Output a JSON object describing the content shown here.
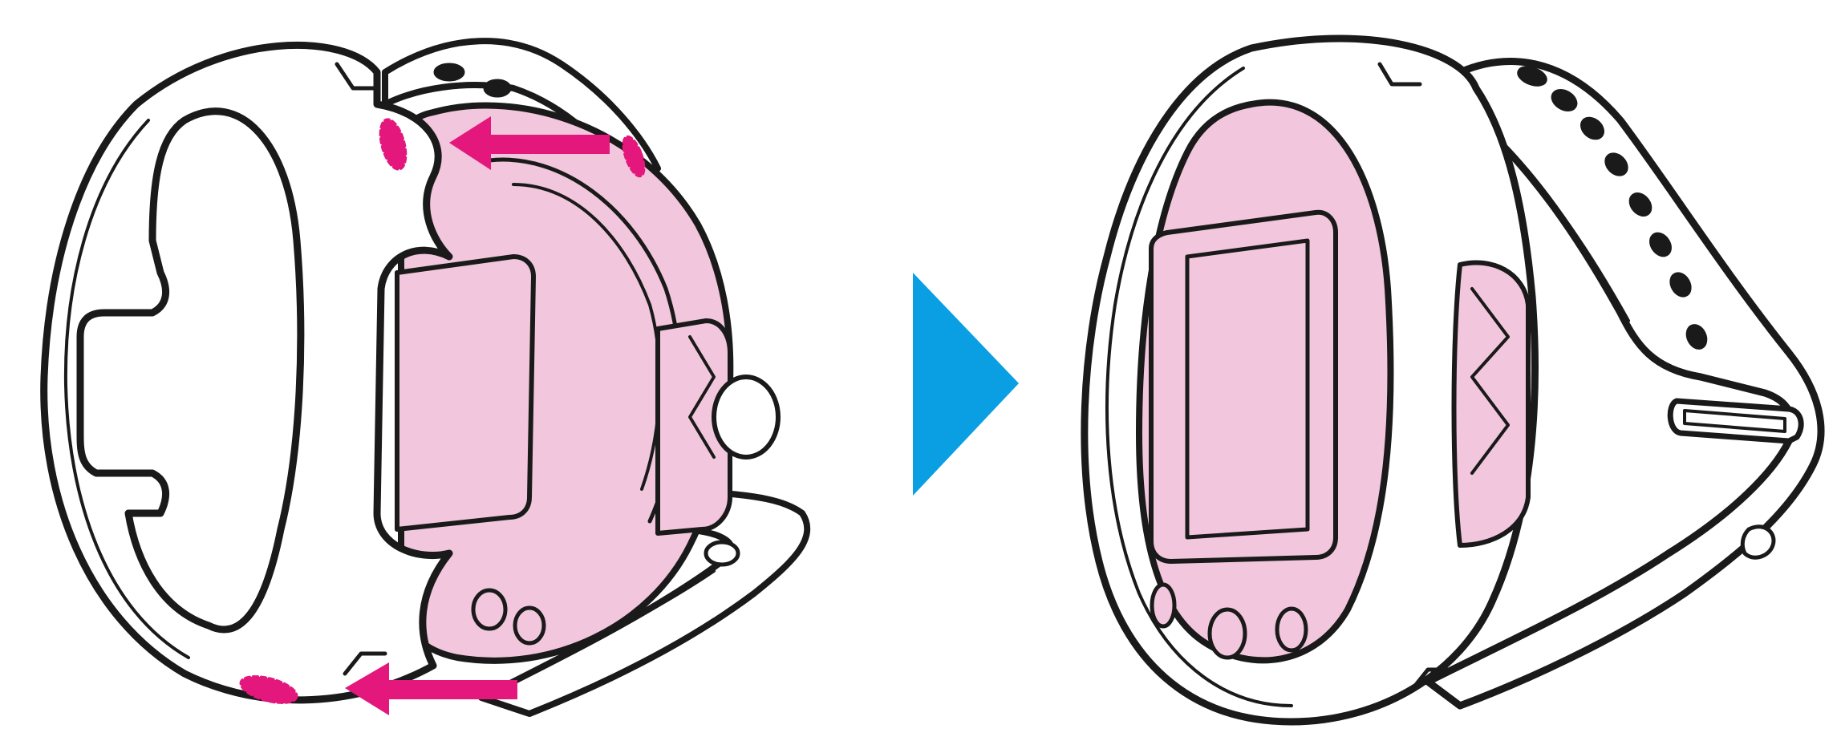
{
  "figure": {
    "steps": [
      {
        "id": "step-1",
        "state": "before",
        "arrows": 2,
        "arrow_direction": "left"
      },
      {
        "id": "step-2",
        "state": "after"
      }
    ],
    "transition_icon": "play-triangle-icon"
  },
  "colors": {
    "device_pink": "#f2c6dc",
    "arrow_magenta": "#e4177d",
    "transition_blue": "#0a9fe3",
    "outline": "#1a1a1a",
    "band_white": "#ffffff"
  }
}
